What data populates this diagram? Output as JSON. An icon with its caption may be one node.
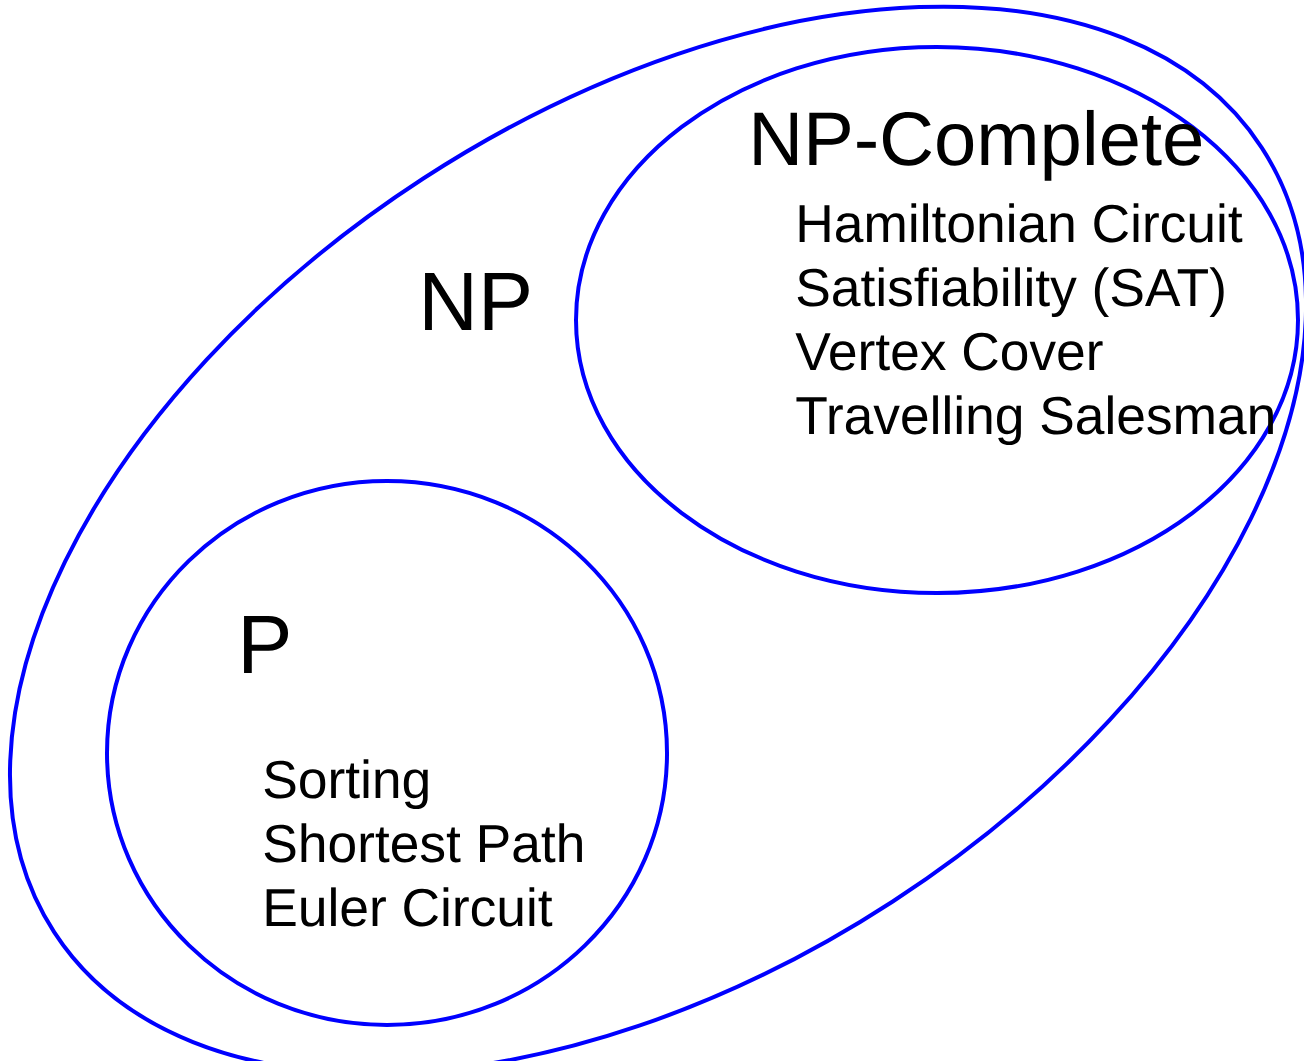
{
  "diagram": {
    "nodes": [
      {
        "text": [
          "NP"
        ]
      },
      {
        "text": [
          "NP-Complete",
          "Hamiltonian Circuit",
          "Satisfiability (SAT)",
          "Vertex Cover",
          "Travelling Salesman"
        ],
        "in": 0
      },
      {
        "text": [
          "P",
          "Sorting",
          "Shortest Path",
          "Euler Circuit"
        ],
        "in": 0
      }
    ]
  }
}
